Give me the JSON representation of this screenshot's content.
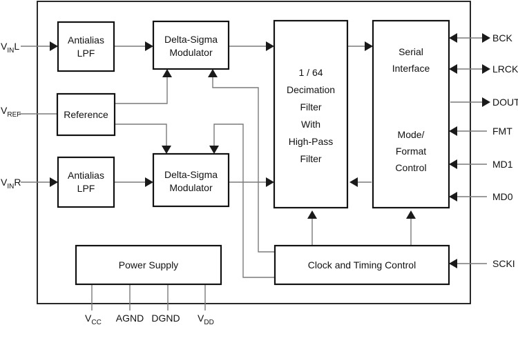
{
  "blocks": {
    "antialias_l": {
      "line1": "Antialias",
      "line2": "LPF"
    },
    "antialias_r": {
      "line1": "Antialias",
      "line2": "LPF"
    },
    "dsm_l": {
      "line1": "Delta-Sigma",
      "line2": "Modulator"
    },
    "dsm_r": {
      "line1": "Delta-Sigma",
      "line2": "Modulator"
    },
    "reference": {
      "label": "Reference"
    },
    "decimation": {
      "line1": "1 / 64",
      "line2": "Decimation",
      "line3": "Filter",
      "line4": "With",
      "line5": "High-Pass",
      "line6": "Filter"
    },
    "serial": {
      "line1": "Serial",
      "line2": "Interface",
      "line3": "Mode/",
      "line4": "Format",
      "line5": "Control"
    },
    "clock": {
      "label": "Clock and Timing Control"
    },
    "power": {
      "label": "Power Supply"
    }
  },
  "pins": {
    "vinl": {
      "main": "V",
      "sub": "IN",
      "suffix": "L"
    },
    "vinr": {
      "main": "V",
      "sub": "IN",
      "suffix": "R"
    },
    "vref": {
      "main": "V",
      "sub": "REF"
    },
    "bck": "BCK",
    "lrck": "LRCK",
    "dout": "DOUT",
    "fmt": "FMT",
    "md1": "MD1",
    "md0": "MD0",
    "scki": "SCKI",
    "vcc": {
      "main": "V",
      "sub": "CC"
    },
    "agnd": "AGND",
    "dgnd": "DGND",
    "vdd": {
      "main": "V",
      "sub": "DD"
    }
  }
}
